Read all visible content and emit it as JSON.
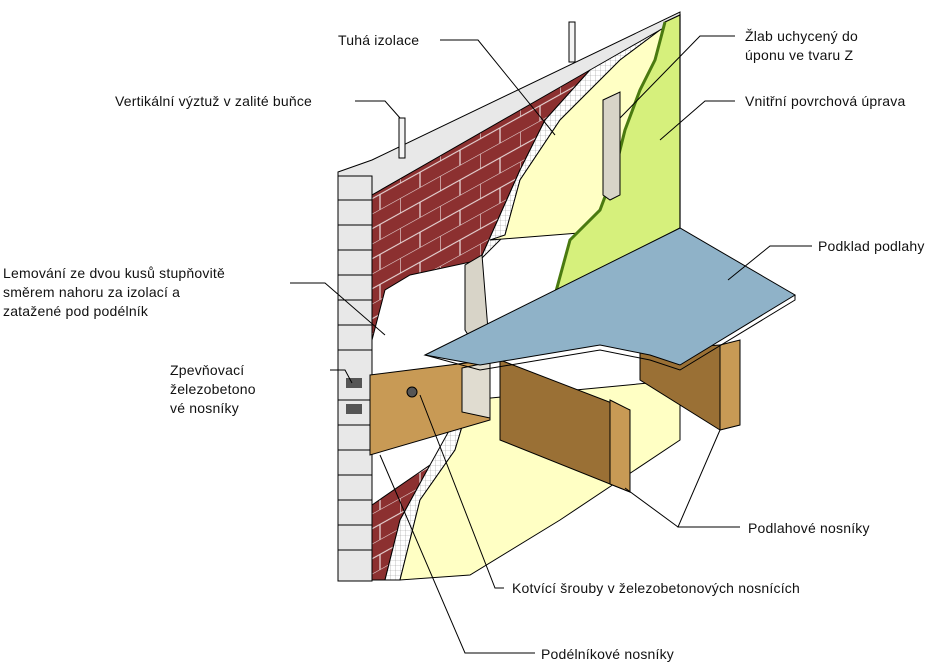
{
  "labels": {
    "rigid_insulation": "Tuhá izolace",
    "vertical_rebar": "Vertikální výztuž v zalité buňce",
    "flashing": [
      "Lemování ze dvou kusů stupňovitě",
      "směrem nahoru za izolací a",
      "zatažené pod podélník"
    ],
    "bond_beams": [
      "Zpevňovací",
      "železobetono",
      "vé nosníky"
    ],
    "z_furring": [
      "Žlab uchycený do",
      "úponu ve tvaru Z"
    ],
    "interior_finish": "Vnitřní povrchová úprava",
    "subfloor": "Podklad podlahy",
    "floor_joists": "Podlahové nosníky",
    "anchor_bolts": "Kotvící šrouby v železobetonových nosnících",
    "ledger": "Podélníkové nosníky"
  },
  "colors": {
    "brick": "#8c3030",
    "block": "#e8e8e8",
    "sheathing": "#ffffc4",
    "interior_finish": "#d6f07c",
    "subfloor": "#8fb2c8",
    "lumber": "#c89a55",
    "lumber_dark": "#8f6a30"
  }
}
